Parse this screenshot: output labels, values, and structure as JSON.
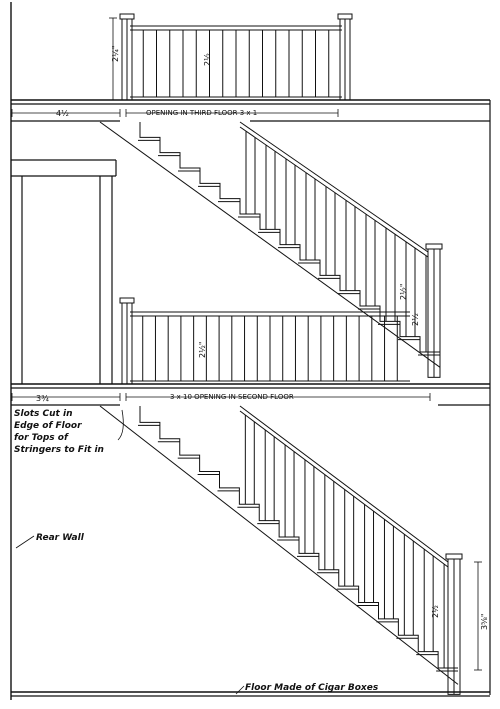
{
  "labels": {
    "third_floor_opening": "OPENING IN THIRD FLOOR 3 x 1",
    "second_floor_opening": "3 x 10  OPENING IN SECOND FLOOR",
    "slots_line1": "Slots Cut in",
    "slots_line2": "Edge of Floor",
    "slots_line3": "for Tops of",
    "slots_line4": "Stringers to Fit in",
    "rear_wall": "Rear Wall",
    "floor": "Floor Made of Cigar Boxes"
  },
  "dimensions": {
    "top_rail_height": "2¼\"",
    "top_baluster": "2½",
    "third_floor_offset": "4½",
    "upper_newel": "2½\"",
    "upper_baluster": "2½",
    "mid_rail": "2½\"",
    "second_floor_offset": "3¾",
    "lower_baluster": "2½",
    "lower_newel": "3⅝\""
  },
  "colors": {
    "ink": "#111111",
    "paper": "#ffffff"
  }
}
